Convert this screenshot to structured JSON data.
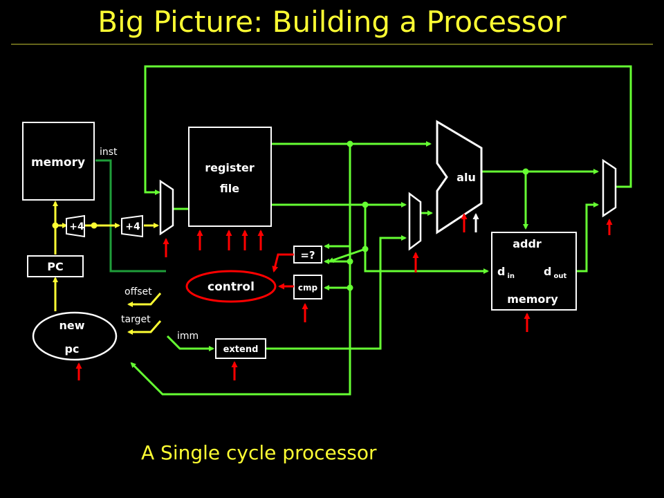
{
  "title": "Big Picture:  Building a Processor",
  "caption": "A Single cycle processor",
  "colors": {
    "background": "#000000",
    "title": "#ffff33",
    "bus_bright": "#66ff33",
    "bus_dark": "#1f9e3a",
    "bus_yellow": "#ffff33",
    "control_red": "#ff0000",
    "block_border": "#ffffff"
  },
  "blocks": {
    "inst_memory": "memory",
    "pc": "PC",
    "plus4_a": "+4",
    "plus4_b": "+4",
    "new_pc_line1": "new",
    "new_pc_line2": "pc",
    "register_file_line1": "register",
    "register_file_line2": "file",
    "control": "control",
    "compare_eq": "=?",
    "cmp": "cmp",
    "extend": "extend",
    "alu": "alu",
    "data_mem_addr": "addr",
    "data_mem_din": "d",
    "data_mem_din_sub": "in",
    "data_mem_dout": "d",
    "data_mem_dout_sub": "out",
    "data_memory": "memory"
  },
  "signals": {
    "inst": "inst",
    "offset": "offset",
    "target": "target",
    "imm": "imm"
  }
}
